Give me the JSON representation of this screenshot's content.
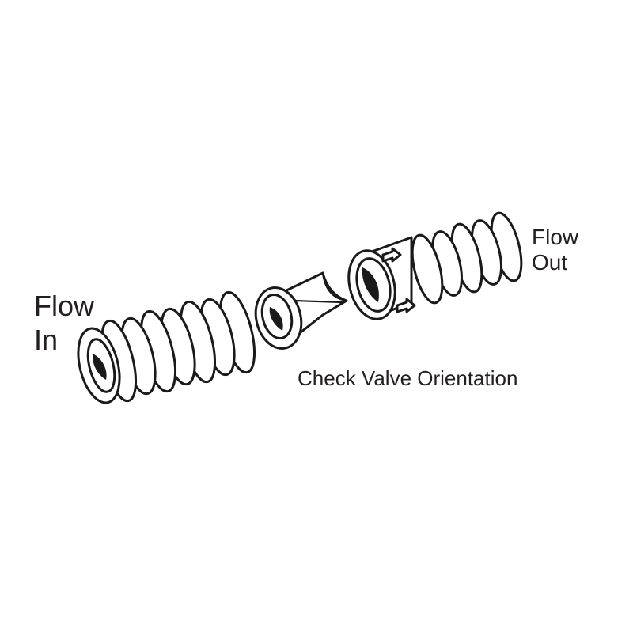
{
  "labels": {
    "flow_in": [
      "Flow",
      "In"
    ],
    "flow_out": [
      "Flow",
      "Out"
    ],
    "caption": "Check Valve Orientation"
  },
  "parts": [
    {
      "name": "inlet-coupling",
      "ribs": 7
    },
    {
      "name": "check-valve-insert"
    },
    {
      "name": "outlet-housing",
      "ribs": 5,
      "arrows": 2
    }
  ],
  "colors": {
    "ink": "#1a1a1a",
    "background": "#ffffff",
    "text": "#231f20"
  }
}
